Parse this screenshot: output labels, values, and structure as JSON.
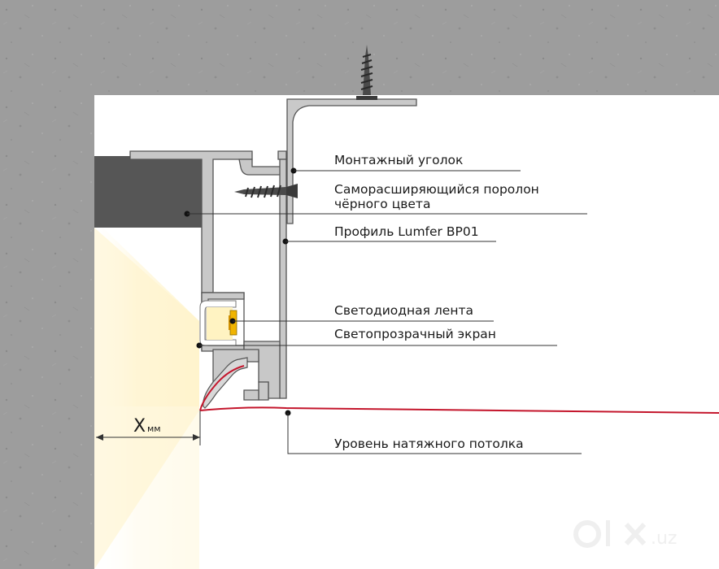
{
  "labels": {
    "mounting_bracket": "Монтажный уголок",
    "foam_line1": "Саморасширяющийся поролон",
    "foam_line2": "чёрного цвета",
    "profile": "Профиль Lumfer BP01",
    "led_strip": "Светодиодная лента",
    "diffuser": "Светопрозрачный экран",
    "ceiling_level": "Уровень натяжного потолка"
  },
  "dimension": {
    "letter": "Х",
    "unit": "мм"
  },
  "watermark": "olx.uz",
  "colors": {
    "concrete": "#9c9c9c",
    "room": "#ffffff",
    "foam": "#565656",
    "profile_fill": "#c8c8c8",
    "profile_stroke": "#555555",
    "ceiling_film": "#c4162c",
    "led_light": "#fff4cc",
    "led_chip": "#f0b400",
    "leader_line": "#333333"
  }
}
